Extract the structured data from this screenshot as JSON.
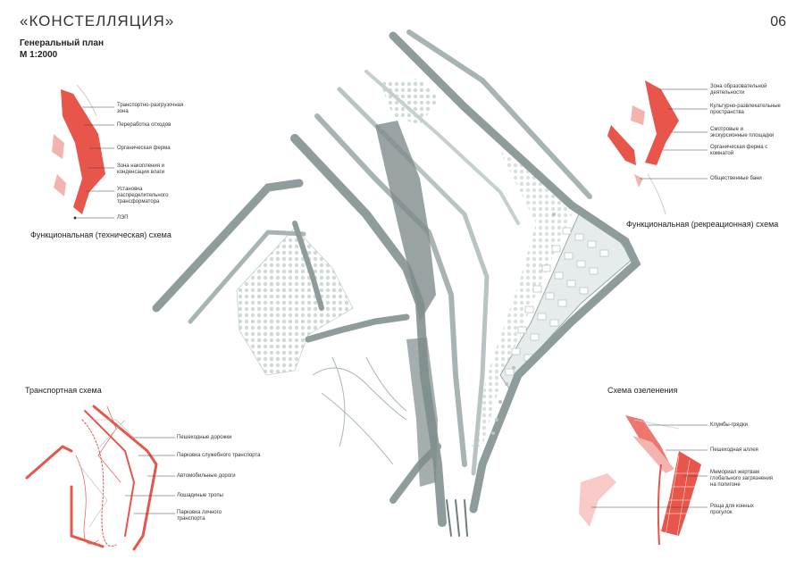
{
  "header": {
    "title": "«КОНСТЕЛЛЯЦИЯ»",
    "page_number": "06",
    "plan_title": "Генеральный план",
    "plan_scale": "М 1:2000"
  },
  "schemes": {
    "technical": {
      "caption": "Функциональная (техническая) схема",
      "labels": [
        "Транспортно-разгрузочная",
        "зона",
        "Переработка отходов",
        "Органическая ферма",
        "Зона накопления и",
        "конденсации влаги",
        "Установка",
        "распределительного",
        "трансформатора",
        "ЛЭП"
      ]
    },
    "recreational": {
      "caption": "Функциональная (рекреационная) схема",
      "labels": [
        "Зона образовательной",
        "деятельности",
        "Культурно-развлекательные",
        "пространства",
        "Смотровые и",
        "экскурсионные площадки",
        "Органическая ферма с",
        "комнатой",
        "Общественные бани"
      ]
    },
    "transport": {
      "caption": "Транспортная схема",
      "labels": [
        "Пешеходные дорожки",
        "Парковка служебного транспорта",
        "Автомобильные дороги",
        "Лошадиные тропы",
        "Парковка личного",
        "транспорта"
      ]
    },
    "greening": {
      "caption": "Схема озеленения",
      "labels": [
        "Клумбы-грядки",
        "Пешеходная аллея",
        "Мемориал жертвам",
        "глобального загрязнения",
        "на полигоне",
        "Роща для конных",
        "прогулок"
      ]
    }
  },
  "colors": {
    "accent_red": "#e8554a",
    "accent_pink": "#f3b4b0",
    "road_gray": "#8e9c9c",
    "road_light": "#c5cfcf",
    "green_texture": "#dde6e3"
  }
}
